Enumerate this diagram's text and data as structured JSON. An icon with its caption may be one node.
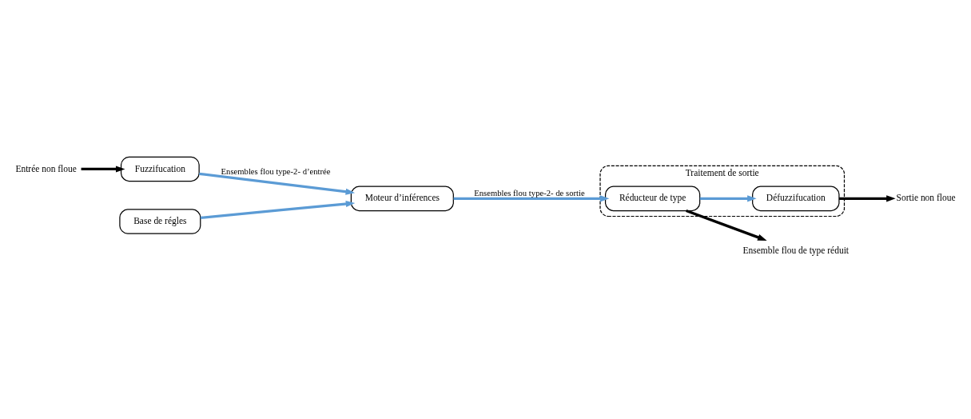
{
  "diagram": {
    "nodes": [
      {
        "text": [
          "Entrée non floue"
        ]
      },
      {
        "text": [
          "Fuzzifucation"
        ]
      },
      {
        "text": [
          "Base de régles"
        ]
      },
      {
        "text": [
          "Moteur d’inférences"
        ]
      },
      {
        "text": [
          "Traitement de sortie"
        ]
      },
      {
        "text": [
          "Défuzzifucation"
        ],
        "in": 4
      },
      {
        "text": [
          "Réducteur de type"
        ],
        "in": 4
      },
      {
        "text": [
          "Sortie non floue"
        ]
      },
      {
        "text": [
          "Ensemble flou de type réduit"
        ]
      }
    ],
    "edges": [
      {
        "from": 0,
        "to": 1,
        "arrow": "to",
        "color": "#000000"
      },
      {
        "from": 1,
        "to": 3,
        "arrow": "to",
        "label": "Ensembles flou type-2- d’entrée"
      },
      {
        "from": 2,
        "to": 3,
        "arrow": "to"
      },
      {
        "from": 3,
        "to": 6,
        "arrow": "to",
        "label": "Ensembles flou type-2- de sortie"
      },
      {
        "from": 6,
        "to": 5,
        "arrow": "to"
      },
      {
        "from": 5,
        "to": 7,
        "arrow": "to",
        "color": "#000000"
      },
      {
        "from": 6,
        "to": 8,
        "arrow": "to",
        "color": "#000000"
      }
    ]
  }
}
